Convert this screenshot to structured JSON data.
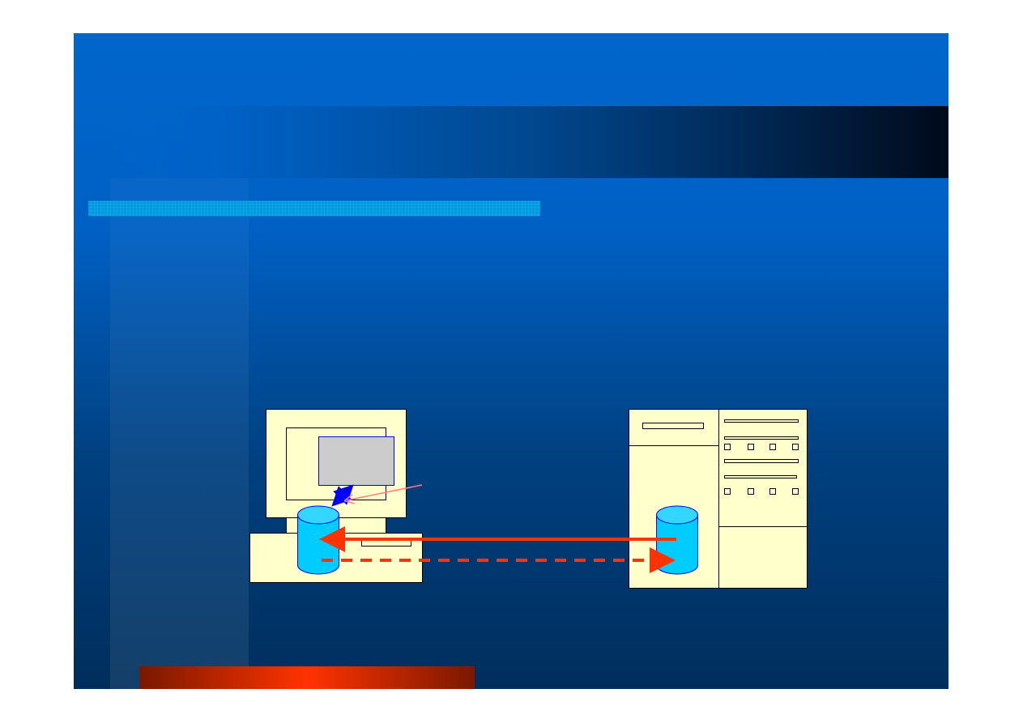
{
  "slide": {
    "title": "",
    "body": ""
  },
  "colors": {
    "background_top": "#0066cc",
    "background_bottom": "#002e5c",
    "header_band_end": "#000a1a",
    "accent_stripe": "#0099dd",
    "footer_bar": "#ff3300",
    "device_fill": "#ffffcc",
    "database_fill": "#00ccff",
    "arrow_red": "#ff3300",
    "arrow_blue": "#0000ff",
    "arrow_pink": "#ff8080"
  },
  "diagram": {
    "nodes": [
      {
        "id": "client-computer",
        "icon": "desktop-computer-icon"
      },
      {
        "id": "client-window",
        "icon": "window-icon"
      },
      {
        "id": "client-database",
        "icon": "database-icon"
      },
      {
        "id": "server",
        "icon": "server-tower-icon"
      },
      {
        "id": "server-database",
        "icon": "database-icon"
      }
    ],
    "edges": [
      {
        "from": "server-database",
        "to": "client-database",
        "style": "solid"
      },
      {
        "from": "client-database",
        "to": "server-database",
        "style": "dashed"
      },
      {
        "from": "client-window",
        "to": "client-database",
        "style": "double-headed"
      }
    ]
  }
}
